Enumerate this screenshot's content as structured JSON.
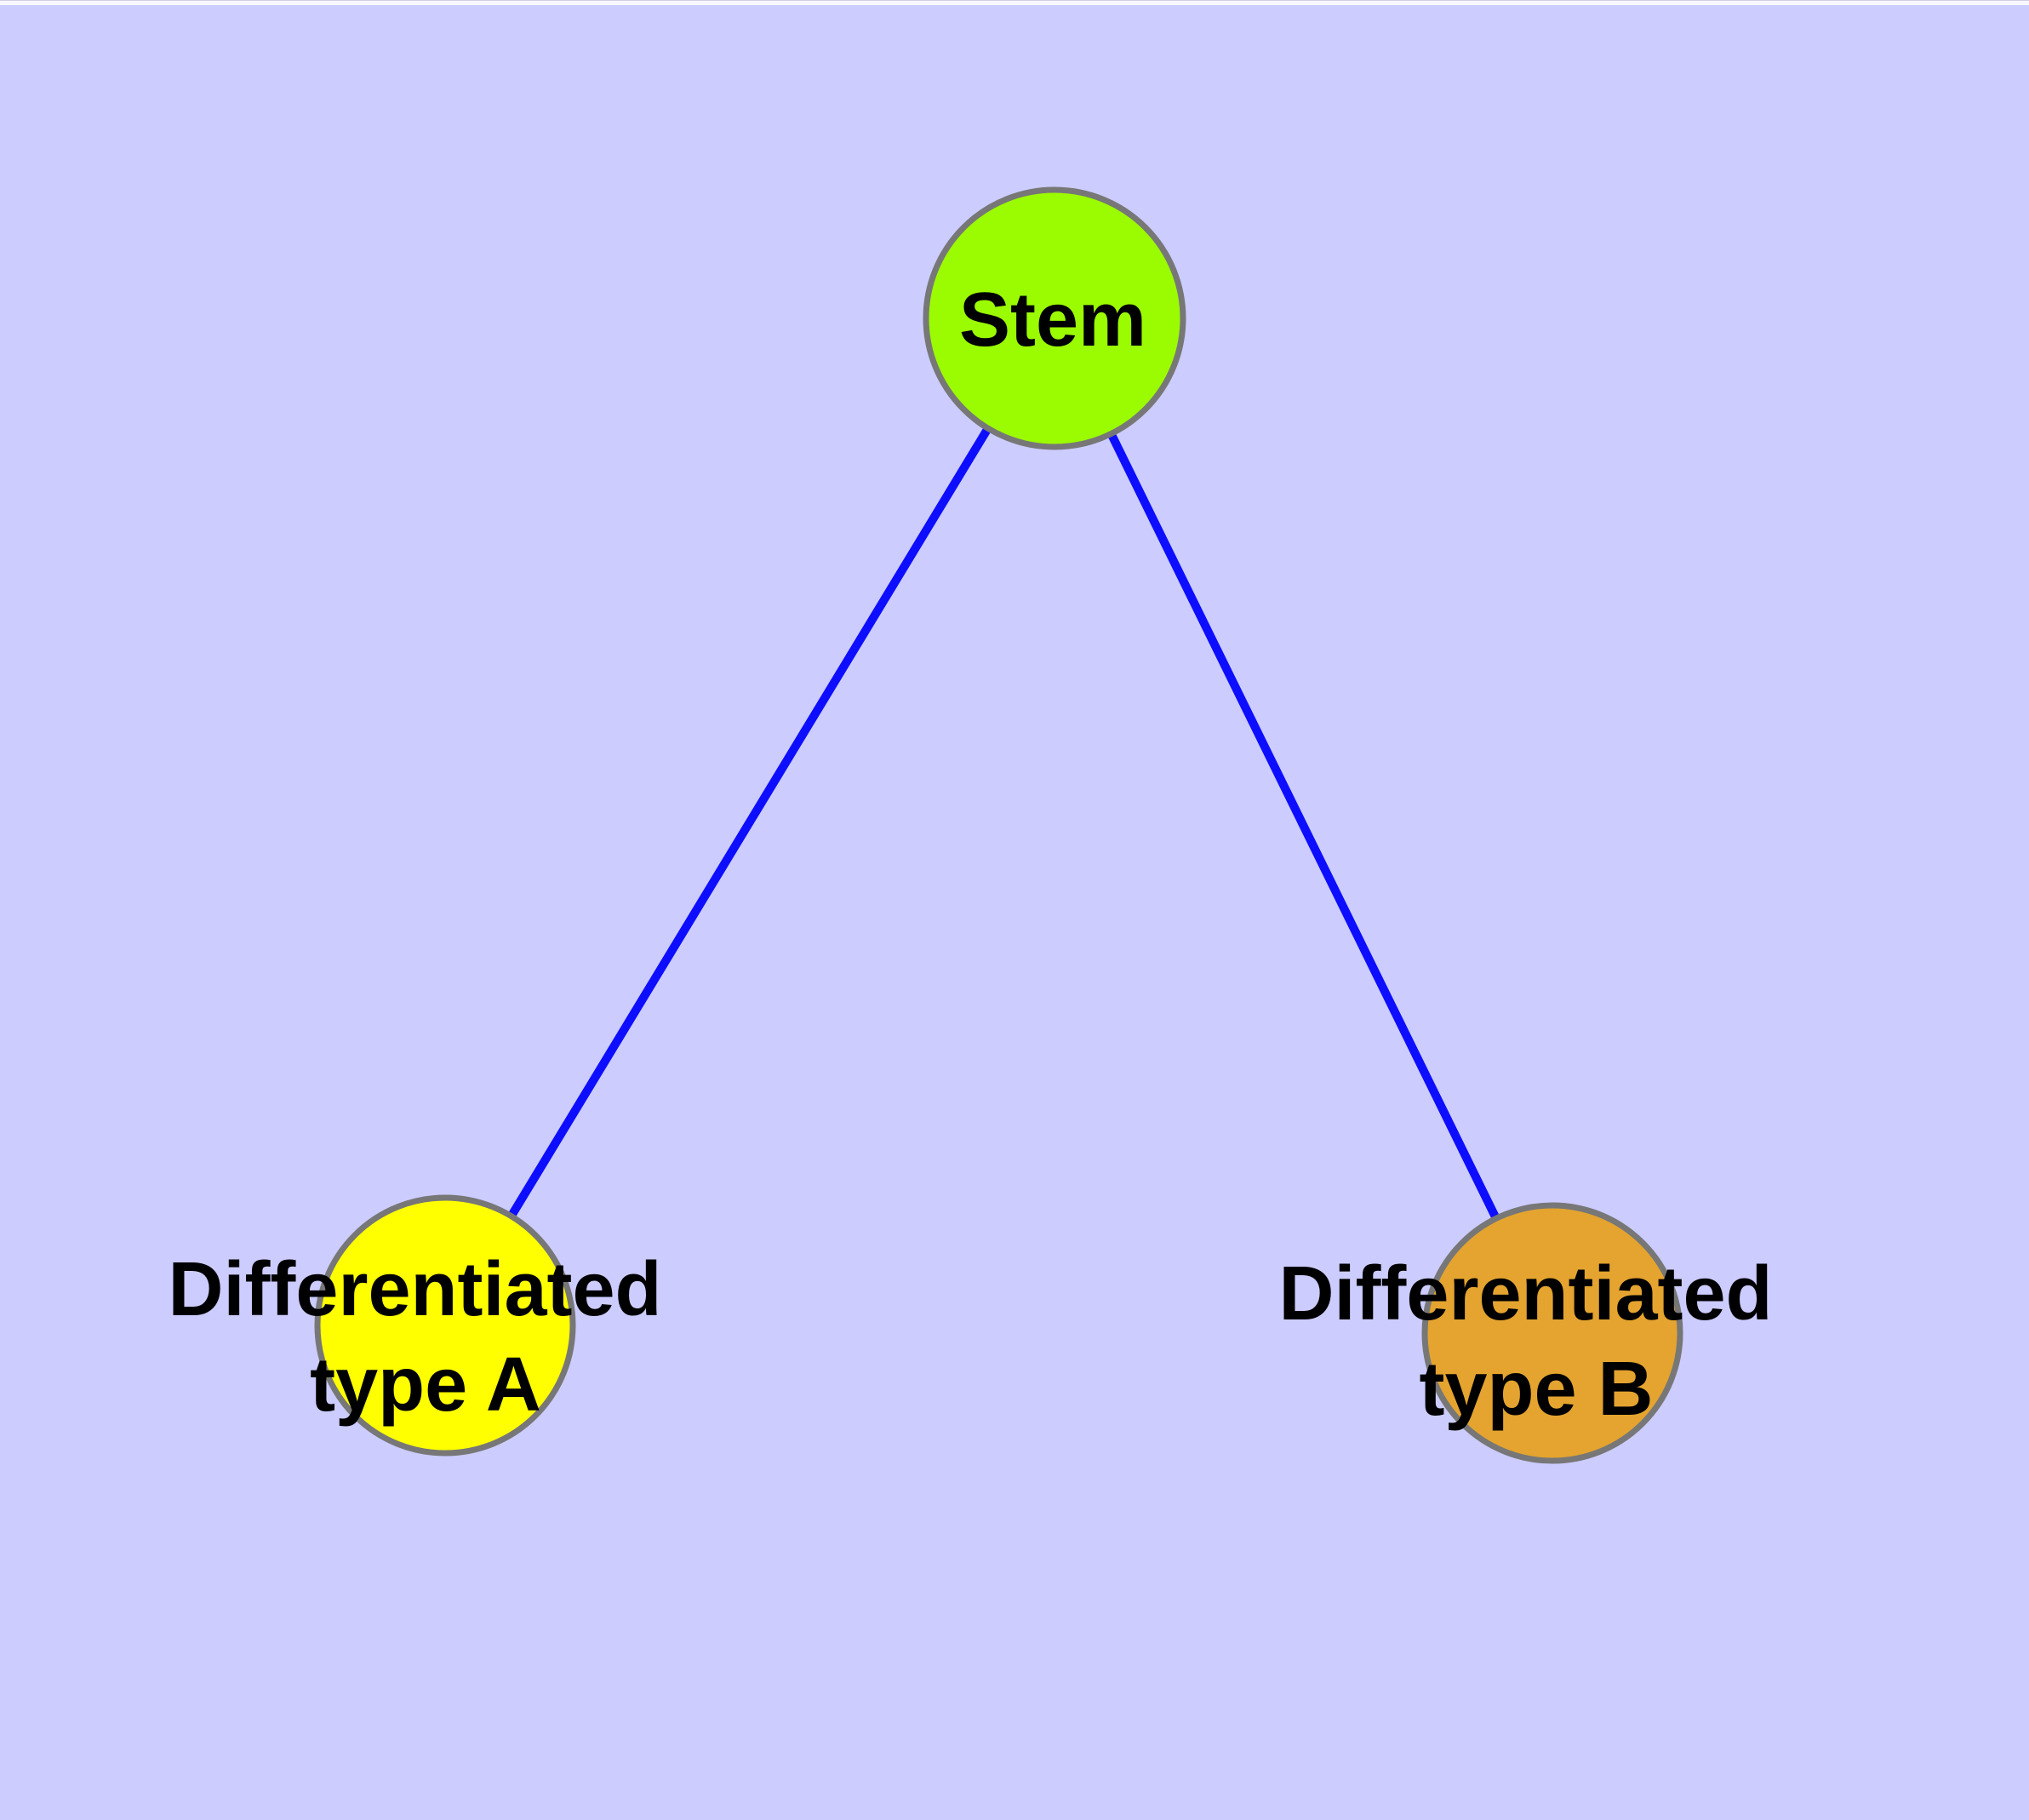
{
  "style": {
    "background": "#CCCCFF",
    "edge_color": "#0D0DFF",
    "node_border_color": "#777777",
    "label_color": "#000000"
  },
  "nodes": {
    "stem": {
      "label": "Stem",
      "fill": "#9BFB00"
    },
    "typeA": {
      "label_line1": "Differentiated",
      "label_line2": "type A",
      "fill": "#FFFF00"
    },
    "typeB": {
      "label_line1": "Differentiated",
      "label_line2": "type B",
      "fill": "#E4A42F"
    }
  },
  "edges": [
    {
      "from": "Stem",
      "to": "Differentiated type A"
    },
    {
      "from": "Stem",
      "to": "Differentiated type B"
    }
  ]
}
